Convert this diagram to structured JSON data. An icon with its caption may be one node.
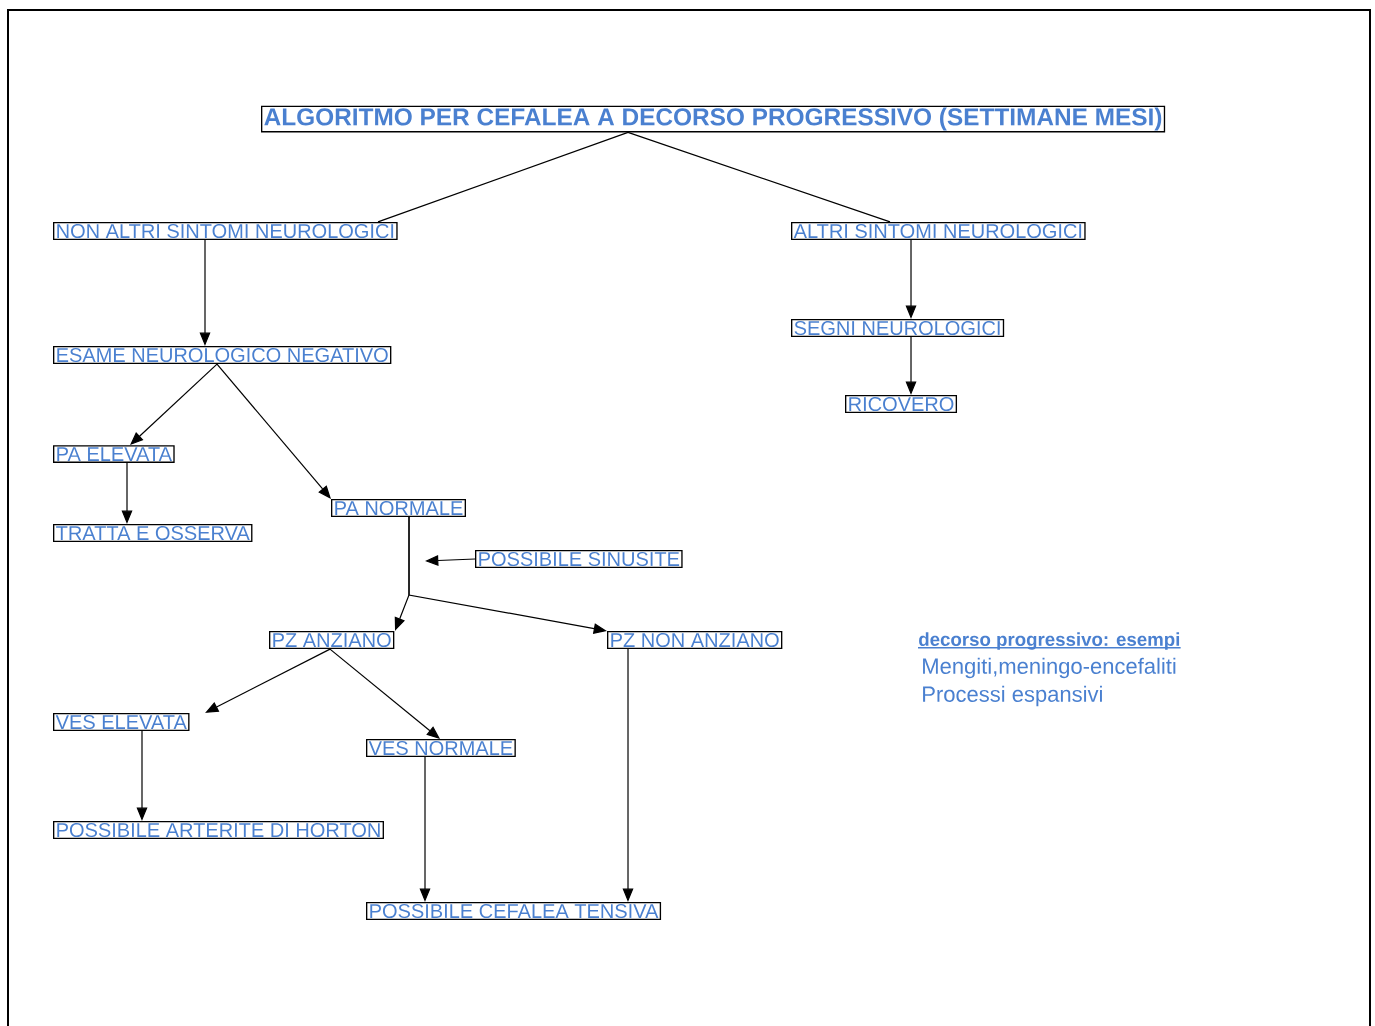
{
  "diagram": {
    "nodes": [
      {
        "text": [
          "ALGORITMO PER CEFALEA A DECORSO PROGRESSIVO (SETTIMANE MESI)"
        ]
      },
      {
        "text": [
          "NON ALTRI SINTOMI NEUROLOGICI"
        ]
      },
      {
        "text": [
          "ALTRI SINTOMI NEUROLOGICI"
        ]
      },
      {
        "text": [
          "ESAME NEUROLOGICO NEGATIVO"
        ]
      },
      {
        "text": [
          "SEGNI NEUROLOGICI"
        ]
      },
      {
        "text": [
          "RICOVERO"
        ]
      },
      {
        "text": [
          "PA ELEVATA"
        ]
      },
      {
        "text": [
          "PA NORMALE"
        ]
      },
      {
        "text": [
          "TRATTA E OSSERVA"
        ]
      },
      {
        "text": [
          "POSSIBILE SINUSITE"
        ]
      },
      {
        "text": [
          "PZ ANZIANO"
        ]
      },
      {
        "text": [
          "PZ NON ANZIANO"
        ]
      },
      {
        "text": [
          "VES ELEVATA"
        ]
      },
      {
        "text": [
          "VES NORMALE"
        ]
      },
      {
        "text": [
          "POSSIBILE ARTERITE DI HORTON"
        ]
      },
      {
        "text": [
          "POSSIBILE CEFALEA TENSIVA"
        ]
      }
    ],
    "edges": [
      {
        "from": 0,
        "to": 1,
        "arrow": "none"
      },
      {
        "from": 0,
        "to": 2,
        "arrow": "none"
      },
      {
        "from": 1,
        "to": 3,
        "arrow": "to"
      },
      {
        "from": 2,
        "to": 4,
        "arrow": "to"
      },
      {
        "from": 4,
        "to": 5,
        "arrow": "to"
      },
      {
        "from": 3,
        "to": 6,
        "arrow": "to"
      },
      {
        "from": 3,
        "to": 7,
        "arrow": "to"
      },
      {
        "from": 6,
        "to": 8,
        "arrow": "to"
      },
      {
        "from": 9,
        "to": null,
        "arrow": "to"
      },
      {
        "from": 7,
        "to": 10,
        "arrow": "to"
      },
      {
        "from": 7,
        "to": 11,
        "arrow": "to"
      },
      {
        "from": 10,
        "to": 12,
        "arrow": "to"
      },
      {
        "from": 10,
        "to": 13,
        "arrow": "to"
      },
      {
        "from": 12,
        "to": 14,
        "arrow": "to"
      },
      {
        "from": 13,
        "to": 15,
        "arrow": "to"
      },
      {
        "from": 11,
        "to": 15,
        "arrow": "to"
      }
    ],
    "labels": [
      "decorso progressivo: esempi",
      "Mengiti,meningo-encefaliti",
      "Processi espansivi"
    ]
  }
}
